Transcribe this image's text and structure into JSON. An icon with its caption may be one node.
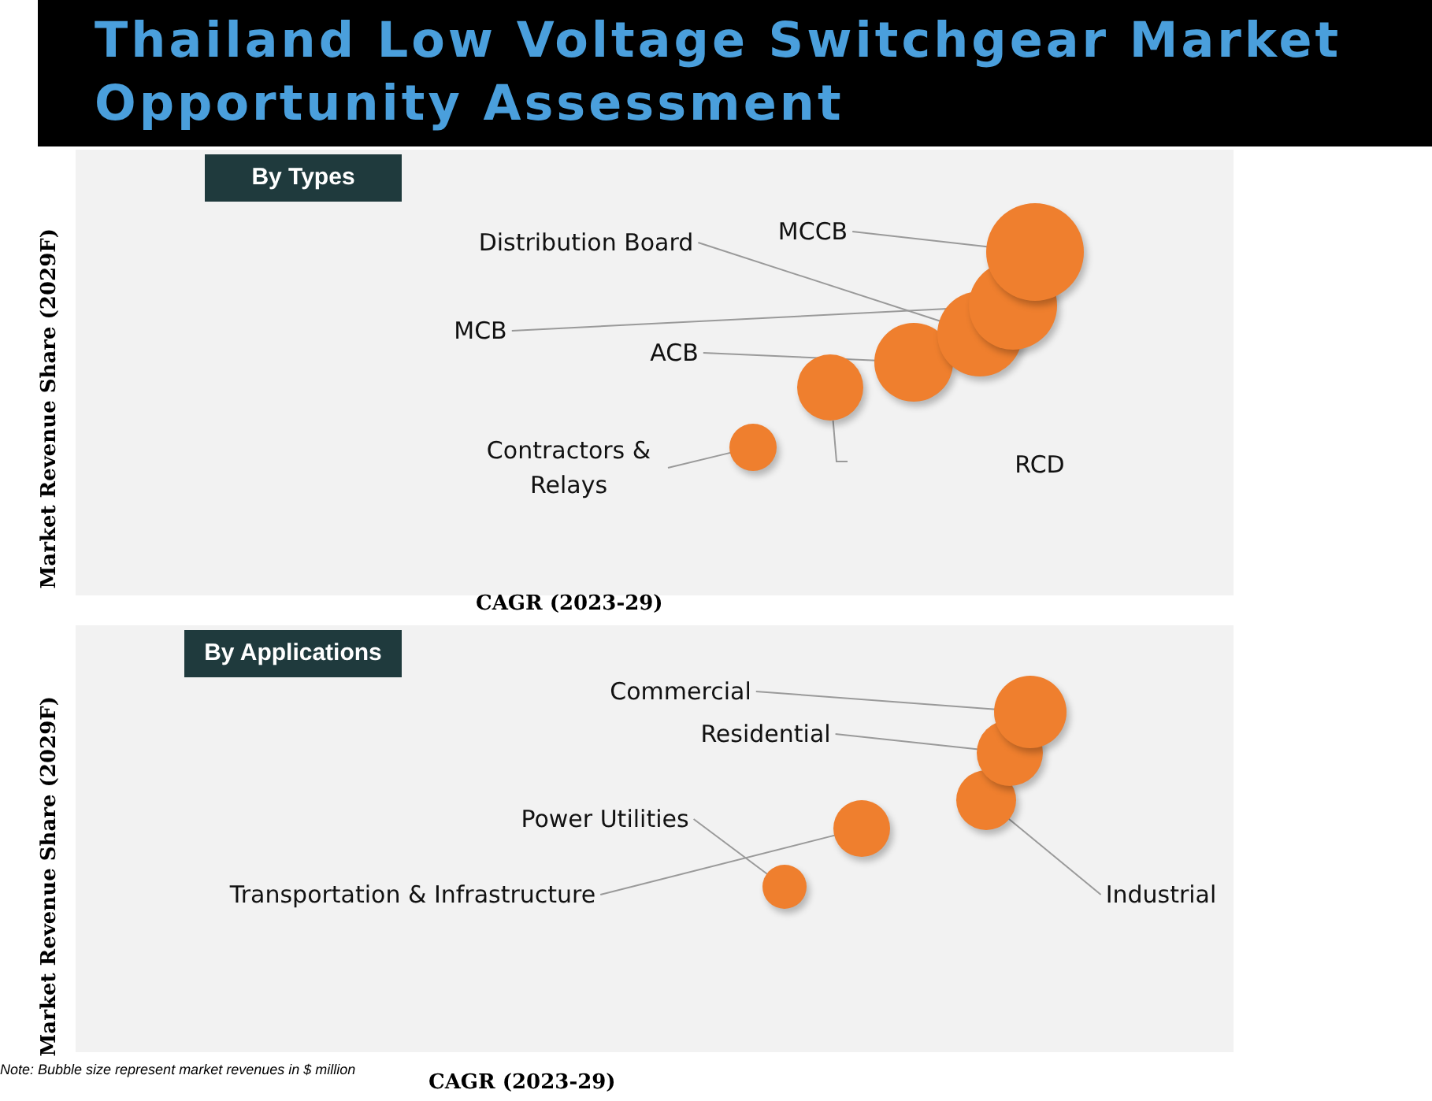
{
  "diagram": {
    "title": "Thailand Low Voltage Switchgear Market Opportunity Assessment",
    "caption": "Note: Bubble size represent market revenues in $ million",
    "nodes": [
      {
        "text": [
          "By Types"
        ]
      },
      {
        "text": [
          "MCCB"
        ],
        "in": 0
      },
      {
        "text": [
          "Distribution Board"
        ],
        "in": 0
      },
      {
        "text": [
          "MCB"
        ],
        "in": 0
      },
      {
        "text": [
          "ACB"
        ],
        "in": 0
      },
      {
        "text": [
          "Contractors & Relays"
        ],
        "in": 0
      },
      {
        "text": [],
        "shape": "circle",
        "in": 0
      },
      {
        "text": [],
        "shape": "circle",
        "in": 0
      },
      {
        "text": [],
        "shape": "circle",
        "in": 0
      },
      {
        "text": [],
        "shape": "circle",
        "in": 0
      },
      {
        "text": [],
        "shape": "circle",
        "in": 0
      },
      {
        "text": [],
        "shape": "circle",
        "in": 0
      },
      {
        "text": [
          "By Applications"
        ]
      },
      {
        "text": [
          "Commercial"
        ],
        "in": 12
      },
      {
        "text": [
          "Residential"
        ],
        "in": 12
      },
      {
        "text": [
          "Power Utilities"
        ],
        "in": 12
      },
      {
        "text": [
          "Transportation & Infrastructure"
        ],
        "in": 12
      },
      {
        "text": [
          "Industrial"
        ],
        "in": 12
      },
      {
        "text": [],
        "shape": "circle",
        "in": 12
      },
      {
        "text": [],
        "shape": "circle",
        "in": 12
      },
      {
        "text": [],
        "shape": "circle",
        "in": 12
      },
      {
        "text": [],
        "shape": "circle",
        "in": 12
      },
      {
        "text": [],
        "shape": "circle",
        "in": 12
      }
    ],
    "edges": [
      {
        "from": 1,
        "to": 11,
        "arrow": "none"
      },
      {
        "from": 2,
        "to": 9,
        "arrow": "none"
      },
      {
        "from": 3,
        "to": 10,
        "arrow": "none"
      },
      {
        "from": 4,
        "to": 8,
        "arrow": "none"
      },
      {
        "from": 5,
        "to": 6,
        "arrow": "none"
      },
      {
        "from": null,
        "to": 7,
        "arrow": "none"
      },
      {
        "from": 13,
        "to": 22,
        "arrow": "none"
      },
      {
        "from": 14,
        "to": 21,
        "arrow": "none"
      },
      {
        "from": 15,
        "to": 18,
        "arrow": "none"
      },
      {
        "from": 16,
        "to": 19,
        "arrow": "none"
      },
      {
        "from": 17,
        "to": 20,
        "arrow": "none"
      }
    ],
    "labels": [
      "Market Revenue Share (2029F)",
      "RCD",
      "CAGR (2023-29)",
      "Market Revenue Share (2029F)",
      "CAGR (2023-29)"
    ]
  }
}
